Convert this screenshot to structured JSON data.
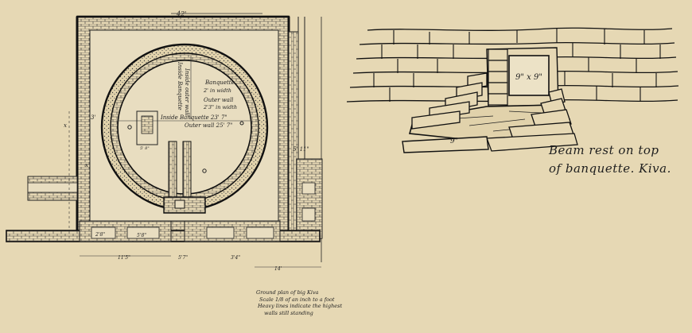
{
  "plan": {
    "dim_top": "42'",
    "label_banquette": "Banquette",
    "label_banquette_width": "2' in width",
    "label_outer_wall_title": "Outer wall",
    "label_outer_wall_width": "2'3\" in width",
    "label_inside_banquette": "Inside Banquette 23' 7\"",
    "label_outer_wall_dia": "Outer wall 25' 7\"",
    "label_inside_banquette_vertical": "Inside Banquette",
    "label_inside_outer_wall_vertical": "Inside outer wall",
    "dim_right": "5' 11\"",
    "dim_bottom_left": "11'5\"",
    "dim_bottom_mid": "5'7\"",
    "dim_bottom_right": "3'4\"",
    "dim_far_right": "14'",
    "dim_room": "5'8\"",
    "dim_room2": "2'8\""
  },
  "detail": {
    "beam_label": "9\" x 9\"",
    "base_label": "9\""
  },
  "caption_right": {
    "line1": "Beam rest on top",
    "line2": "of banquette. Kiva."
  },
  "caption_bottom": {
    "line1": "Ground plan of big Kiva",
    "line2": "Scale 1/8 of an inch to a foot",
    "line3": "Heavy lines indicate the highest",
    "line4": "walls still standing"
  }
}
